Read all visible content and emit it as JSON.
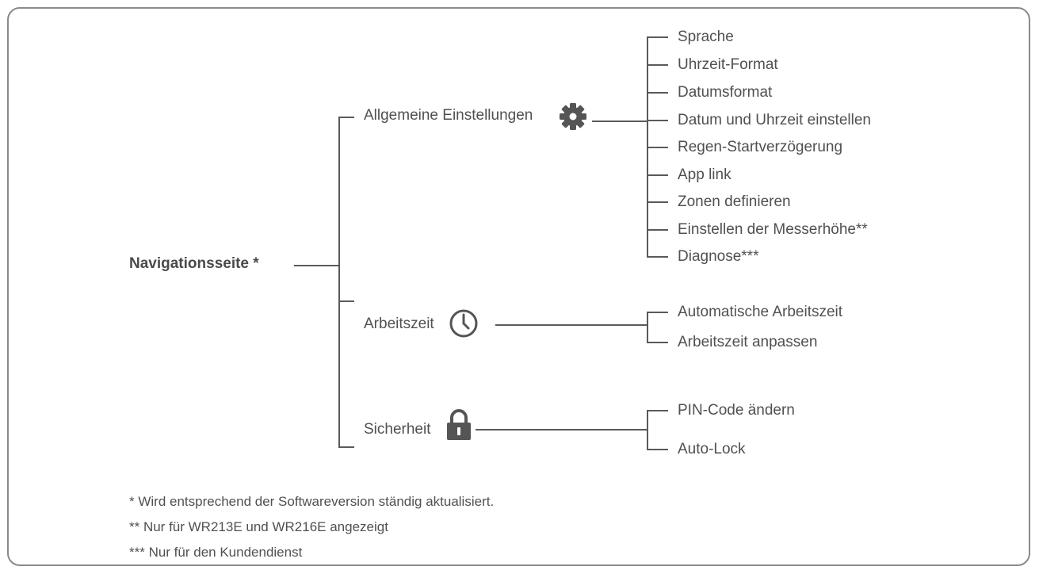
{
  "root": "Navigationsseite *",
  "branches": [
    {
      "label": "Allgemeine Einstellungen",
      "icon": "gear-icon",
      "children": [
        "Sprache",
        "Uhrzeit-Format",
        "Datumsformat",
        "Datum und Uhrzeit einstellen",
        "Regen-Startverzögerung",
        "App link",
        "Zonen definieren",
        "Einstellen der Messerhöhe**",
        "Diagnose***"
      ]
    },
    {
      "label": "Arbeitszeit",
      "icon": "clock-icon",
      "children": [
        "Automatische Arbeitszeit",
        "Arbeitszeit anpassen"
      ]
    },
    {
      "label": "Sicherheit",
      "icon": "lock-icon",
      "children": [
        "PIN-Code ändern",
        "Auto-Lock"
      ]
    }
  ],
  "footnotes": [
    "* Wird entsprechend der Softwareversion ständig aktualisiert.",
    "** Nur für WR213E und WR216E angezeigt",
    "*** Nur für den Kundendienst"
  ]
}
